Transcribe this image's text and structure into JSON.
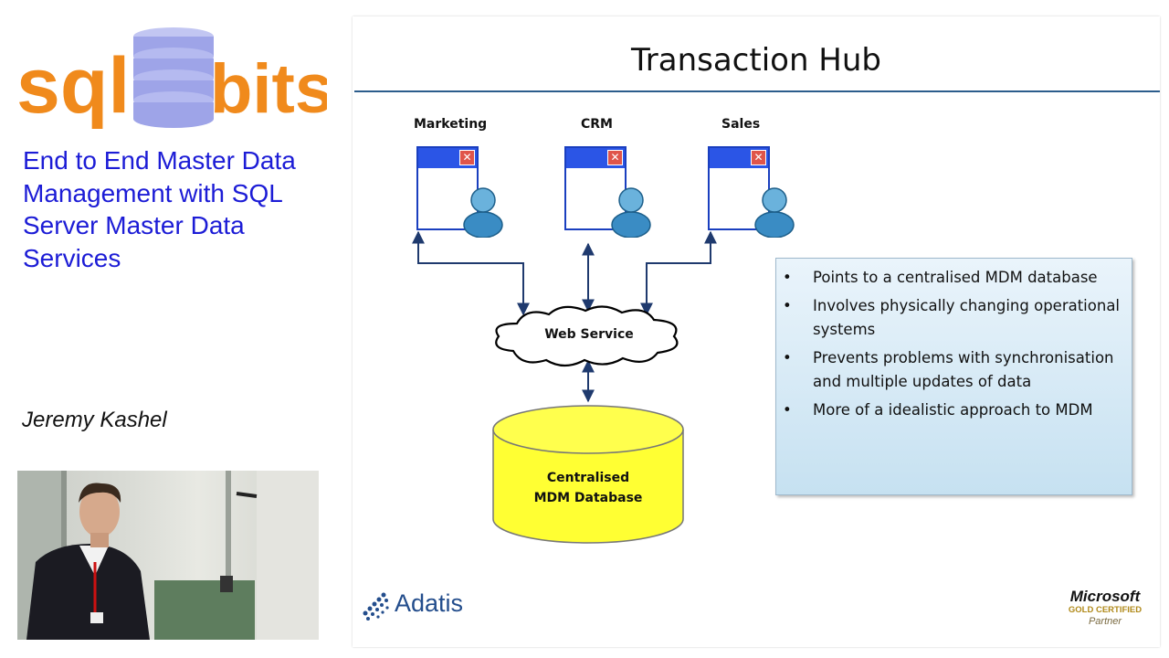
{
  "event": {
    "logo_left": "sql",
    "logo_right": "bits",
    "talk_title": "End to End Master Data Management with SQL Server Master Data Services",
    "speaker": "Jeremy Kashel"
  },
  "slide": {
    "title": "Transaction Hub",
    "apps": [
      {
        "label": "Marketing",
        "close_glyph": "✕"
      },
      {
        "label": "CRM",
        "close_glyph": "✕"
      },
      {
        "label": "Sales",
        "close_glyph": "✕"
      }
    ],
    "web_service_label": "Web Service",
    "database_label_line1": "Centralised",
    "database_label_line2": "MDM Database",
    "bullets": [
      "Points to a centralised MDM database",
      "Involves physically changing operational systems",
      "Prevents problems with synchronisation and multiple updates of data",
      "More of a idealistic approach to MDM"
    ],
    "footer_left_logo": "Adatis",
    "footer_right_brand": "Microsoft",
    "footer_right_badge": "GOLD CERTIFIED",
    "footer_right_sub": "Partner"
  },
  "colors": {
    "title_blue": "#1c1cd6",
    "logo_orange": "#f08a1c",
    "logo_lavender": "#9ea4e8",
    "rule_blue": "#2c5d8c",
    "db_yellow": "#ffff33",
    "arrow_navy": "#1f3a6e"
  },
  "icons": {
    "app_close": "close-icon",
    "user": "user-icon",
    "cloud": "cloud-shape",
    "database": "database-cylinder"
  }
}
